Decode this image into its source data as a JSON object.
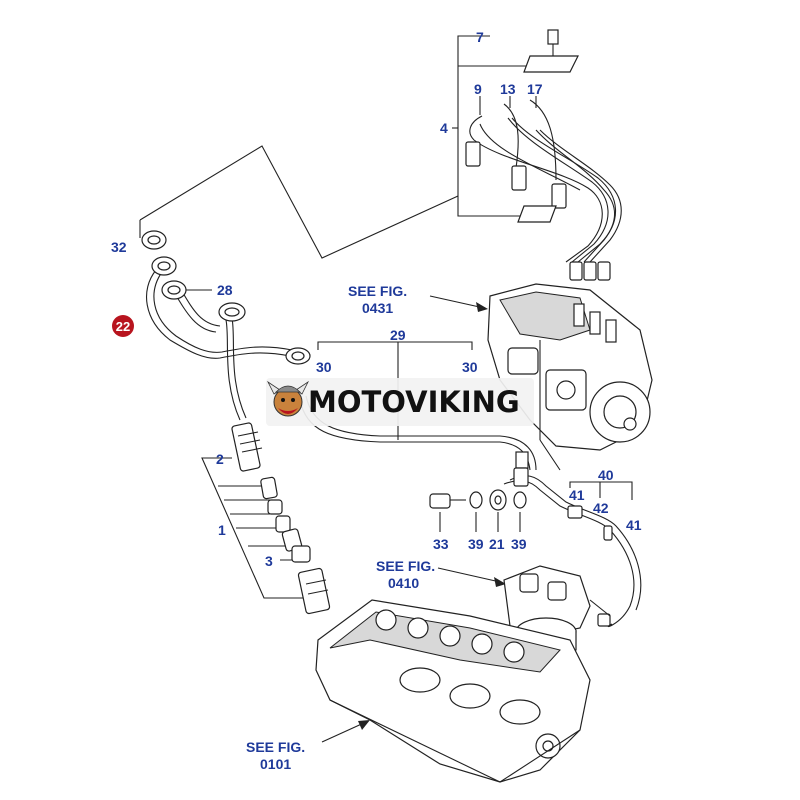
{
  "colors": {
    "label": "#1f3a9a",
    "highlight": "#b8141e",
    "watermark_text": "#111111",
    "watermark_bg": "#f2f2f2"
  },
  "watermark": {
    "text": "MOTOVIKING",
    "icon": "viking-mascot-icon"
  },
  "references": [
    {
      "id": "ref-0431",
      "line1": "SEE FIG.",
      "line2": "0431"
    },
    {
      "id": "ref-0410",
      "line1": "SEE FIG.",
      "line2": "0410"
    },
    {
      "id": "ref-0101",
      "line1": "SEE FIG.",
      "line2": "0101"
    }
  ],
  "callouts": {
    "c7": "7",
    "c9": "9",
    "c13": "13",
    "c17": "17",
    "c4": "4",
    "c32": "32",
    "c28": "28",
    "c22": "22",
    "c29": "29",
    "c30a": "30",
    "c30b": "30",
    "c2": "2",
    "c1": "1",
    "c3": "3",
    "c40": "40",
    "c41a": "41",
    "c42": "42",
    "c41b": "41",
    "c33": "33",
    "c39a": "39",
    "c21": "21",
    "c39b": "39"
  }
}
